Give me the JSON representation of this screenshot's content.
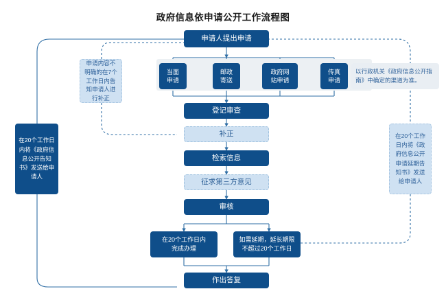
{
  "title": "政府信息依申请公开工作流程图",
  "colors": {
    "primary": "#0f4e8a",
    "soft_fill": "#cfe1f2",
    "soft_text": "#2c5f96",
    "band": "#ecf0f3",
    "line": "#2e6da4",
    "title_text": "#1a1a1a"
  },
  "nodes": {
    "start": "申请人提出申请",
    "channels": [
      "当面\n申请",
      "邮政\n寄送",
      "政府网\n站申请",
      "传真\n申请"
    ],
    "channel_note": "以行政机关《政府信息公开指南》中确定的渠道为准。",
    "register_review": "登记审查",
    "supplement": "补正",
    "retrieve_info": "检索信息",
    "third_party": "征求第三方意见",
    "audit": "审核",
    "complete_20": "在20个工作日内\n完成办理",
    "extend_20": "如需延期，延长期限\n不超过20个工作日",
    "reply": "作出答复"
  },
  "notes": {
    "left_supplement": "申请内容不明确的在7个工作日内告知申请人进行补正",
    "left_notice": "在20个工作日内将《政府信息公开告知书》发送给申请人",
    "right_extension": "在20个工作日内将《政府信息公开申请延期告知书》发送给申请人"
  },
  "chart_data": {
    "type": "diagram",
    "diagram_kind": "flowchart",
    "title": "政府信息依申请公开工作流程图",
    "orientation": "top-to-bottom",
    "steps": [
      {
        "id": "start",
        "label": "申请人提出申请",
        "style": "solid"
      },
      {
        "id": "ch1",
        "label": "当面申请",
        "style": "solid"
      },
      {
        "id": "ch2",
        "label": "邮政寄送",
        "style": "solid"
      },
      {
        "id": "ch3",
        "label": "政府网站申请",
        "style": "solid"
      },
      {
        "id": "ch4",
        "label": "传真申请",
        "style": "solid"
      },
      {
        "id": "register",
        "label": "登记审查",
        "style": "solid"
      },
      {
        "id": "supplement",
        "label": "补正",
        "style": "soft"
      },
      {
        "id": "retrieve",
        "label": "检索信息",
        "style": "solid"
      },
      {
        "id": "third",
        "label": "征求第三方意见",
        "style": "soft"
      },
      {
        "id": "audit",
        "label": "审核",
        "style": "solid"
      },
      {
        "id": "complete",
        "label": "在20个工作日内完成办理",
        "style": "solid"
      },
      {
        "id": "extend",
        "label": "如需延期，延长期限不超过20个工作日",
        "style": "solid"
      },
      {
        "id": "reply",
        "label": "作出答复",
        "style": "solid"
      }
    ],
    "edges": [
      {
        "from": "start",
        "to": "ch1"
      },
      {
        "from": "start",
        "to": "ch2"
      },
      {
        "from": "start",
        "to": "ch3"
      },
      {
        "from": "start",
        "to": "ch4"
      },
      {
        "from": "ch1",
        "to": "register"
      },
      {
        "from": "ch2",
        "to": "register"
      },
      {
        "from": "ch3",
        "to": "register"
      },
      {
        "from": "ch4",
        "to": "register"
      },
      {
        "from": "register",
        "to": "supplement"
      },
      {
        "from": "supplement",
        "to": "retrieve"
      },
      {
        "from": "retrieve",
        "to": "third"
      },
      {
        "from": "third",
        "to": "audit"
      },
      {
        "from": "audit",
        "to": "complete"
      },
      {
        "from": "audit",
        "to": "extend"
      },
      {
        "from": "complete",
        "to": "reply"
      },
      {
        "from": "extend",
        "to": "reply"
      },
      {
        "from": "supplement",
        "to": "note-left-supplement",
        "style": "dashed"
      },
      {
        "from": "note-left-supplement",
        "to": "start",
        "style": "dashed"
      },
      {
        "from": "note-left-notice",
        "to": "reply",
        "style": "solid"
      },
      {
        "from": "note-left-notice",
        "to": "start",
        "style": "solid"
      },
      {
        "from": "start",
        "to": "note-right-extension",
        "style": "dashed"
      },
      {
        "from": "note-right-extension",
        "to": "extend",
        "style": "dashed"
      }
    ],
    "annotations": [
      "申请内容不明确的在7个工作日内告知申请人进行补正",
      "在20个工作日内将《政府信息公开告知书》发送给申请人",
      "在20个工作日内将《政府信息公开申请延期告知书》发送给申请人",
      "以行政机关《政府信息公开指南》中确定的渠道为准。"
    ]
  }
}
